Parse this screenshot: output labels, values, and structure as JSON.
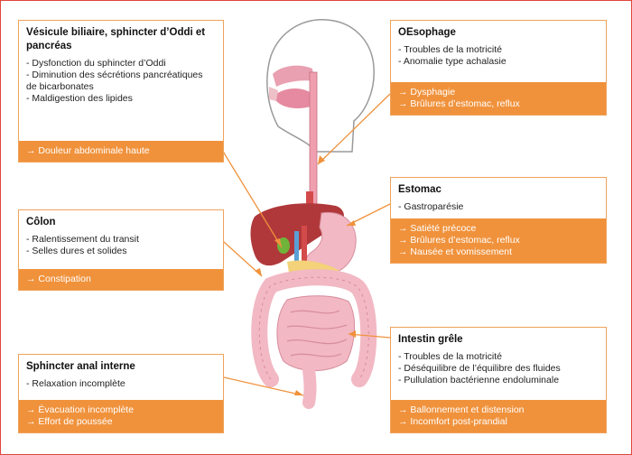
{
  "boxes": {
    "gallbladder": {
      "title": "Vésicule biliaire, sphincter d’Oddi et pancréas",
      "items": [
        "- Dysfonction du sphincter d’Oddi",
        "- Diminution des sécrétions pancréatiques de bicarbonates",
        "- Maldigestion des lipides"
      ],
      "effects": [
        "→ Douleur abdominale haute"
      ]
    },
    "colon": {
      "title": "Côlon",
      "items": [
        "- Ralentissement du transit",
        "- Selles dures et solides"
      ],
      "effects": [
        "→ Constipation"
      ]
    },
    "anal": {
      "title": "Sphincter anal interne",
      "items": [
        "- Relaxation incomplète"
      ],
      "effects": [
        "→ Évacuation incomplète",
        "→ Effort de poussée"
      ]
    },
    "esophagus": {
      "title": "OEsophage",
      "items": [
        "- Troubles de la motricité",
        "- Anomalie type achalasie"
      ],
      "effects": [
        "→ Dysphagie",
        "→ Brûlures d’estomac, reflux"
      ]
    },
    "stomach": {
      "title": "Estomac",
      "items": [
        "- Gastroparésie"
      ],
      "effects": [
        "→ Satiété précoce",
        "→ Brûlures d’estomac, reflux",
        "→ Nausée et vomissement"
      ]
    },
    "intestine": {
      "title": "Intestin grêle",
      "items": [
        "- Troubles de la motricité",
        "- Déséquilibre de l’équilibre des fluides",
        "- Pullulation bactérienne endoluminale"
      ],
      "effects": [
        "→ Ballonnement et distension",
        "→ Incomfort post-prandial"
      ]
    }
  },
  "colors": {
    "accent": "#f0923c",
    "frame": "#e0463c",
    "organ_pink": "#f2b8c4",
    "liver": "#b0383a"
  }
}
